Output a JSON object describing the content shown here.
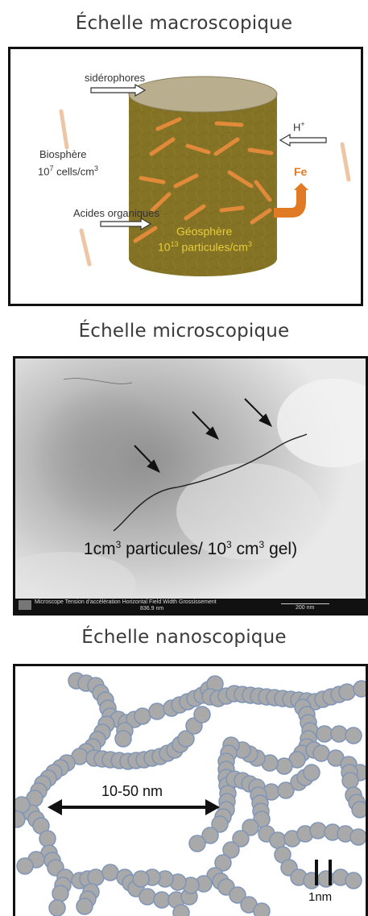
{
  "sections": {
    "macro": {
      "title": "Échelle macroscopique",
      "siderophores": "sidérophores",
      "biosphere": "Biosphère",
      "biosphere_count": "10",
      "biosphere_exp": "7",
      "biosphere_unit": " cells/cm",
      "biosphere_unit_exp": "3",
      "proton": "H",
      "proton_sup": "+",
      "acides": "Acides organiques",
      "geosphere": "Géosphère",
      "geo_count": "10",
      "geo_exp": "13",
      "geo_unit": " particules/cm",
      "geo_unit_exp": "3",
      "fe": "Fe"
    },
    "micro": {
      "title": "Échelle microscopique",
      "caption_a": "1cm",
      "caption_a_exp": "3",
      "caption_b": " particules/ 10",
      "caption_b_exp": "3",
      "caption_c": " cm",
      "caption_c_exp": "3",
      "caption_d": " gel)",
      "scalebar_text": "Microscope Tension d'accélération Horizontal Field Width Grossissement",
      "scalebar_width": "836.9 nm",
      "scalebar_length": "200 nm"
    },
    "nano": {
      "title": "Échelle nanoscopique",
      "span_label": "10-50 nm",
      "scale_label": "1nm"
    }
  },
  "colors": {
    "cylinder_body": "#857325",
    "cylinder_top": "#b9ae8d",
    "bacteria": "#e08a3a",
    "fe_arrow": "#e07a24",
    "particle_fill": "#a9a9a9",
    "particle_stroke": "#7f95b8"
  }
}
